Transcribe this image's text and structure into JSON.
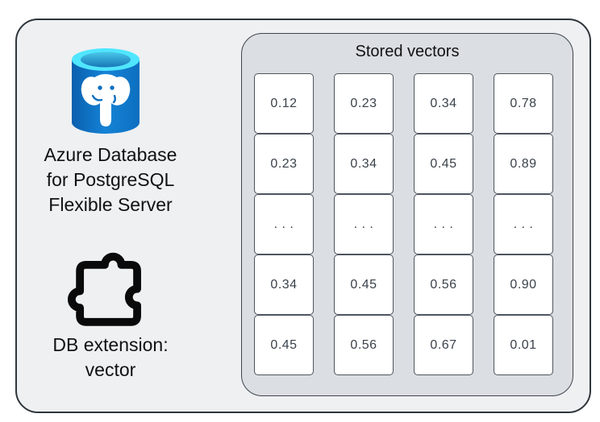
{
  "colors": {
    "canvas_bg": "#ffffff",
    "outer_box_bg": "#eef0f2",
    "outer_box_border": "#2e353b",
    "panel_bg": "#dbdee2",
    "panel_border": "#3e454e",
    "cell_bg": "#ffffff",
    "cell_border": "#4d555e",
    "cell_text": "#3a424b",
    "label_text": "#111111",
    "postgres_body_blue": "#1080d2",
    "postgres_top_cyan": "#50e6ff",
    "puzzle_icon_black": "#0a0a0a"
  },
  "left_panel": {
    "service_icon": "azure-database-postgresql-icon",
    "service_label": "Azure Database\nfor PostgreSQL\nFlexible Server",
    "extension_icon": "puzzle-piece-icon",
    "extension_label": "DB extension:\nvector"
  },
  "stored_vectors": {
    "title": "Stored vectors",
    "columns": 4,
    "rows": [
      [
        "0.12",
        "0.23",
        "0.34",
        "0.78"
      ],
      [
        "0.23",
        "0.34",
        "0.45",
        "0.89"
      ],
      [
        ". . .",
        ". . .",
        ". . .",
        ". . ."
      ],
      [
        "0.34",
        "0.45",
        "0.56",
        "0.90"
      ],
      [
        "0.45",
        "0.56",
        "0.67",
        "0.01"
      ]
    ]
  }
}
